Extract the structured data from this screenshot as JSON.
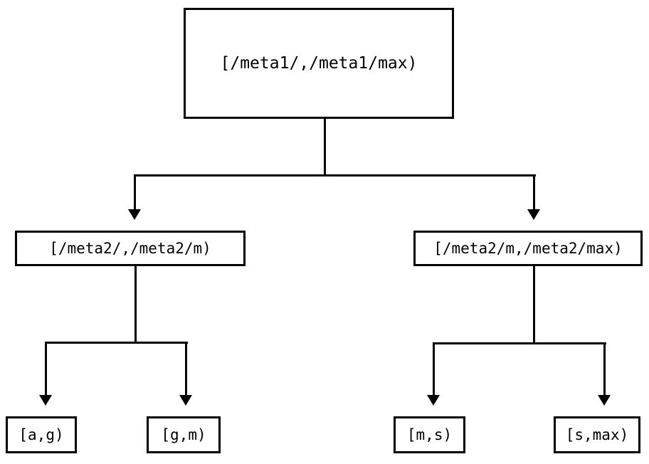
{
  "diagram": {
    "type": "tree",
    "title": "",
    "background_color": "#ffffff",
    "stroke_color": "#000000",
    "levels": 3,
    "nodes": {
      "root": {
        "label": "[/meta1/,/meta1/max)",
        "level": 0
      },
      "mid_left": {
        "label": "[/meta2/,/meta2/m)",
        "level": 1
      },
      "mid_right": {
        "label": "[/meta2/m,/meta2/max)",
        "level": 1
      },
      "leaf_a_g": {
        "label": "[a,g)",
        "level": 2
      },
      "leaf_g_m": {
        "label": "[g,m)",
        "level": 2
      },
      "leaf_m_s": {
        "label": "[m,s)",
        "level": 2
      },
      "leaf_s_max": {
        "label": "[s,max)",
        "level": 2
      }
    },
    "edges": [
      {
        "from": "root",
        "to": "mid_left",
        "arrow": "down"
      },
      {
        "from": "root",
        "to": "mid_right",
        "arrow": "down"
      },
      {
        "from": "mid_left",
        "to": "leaf_a_g",
        "arrow": "down"
      },
      {
        "from": "mid_left",
        "to": "leaf_g_m",
        "arrow": "down"
      },
      {
        "from": "mid_right",
        "to": "leaf_m_s",
        "arrow": "down"
      },
      {
        "from": "mid_right",
        "to": "leaf_s_max",
        "arrow": "down"
      }
    ]
  }
}
